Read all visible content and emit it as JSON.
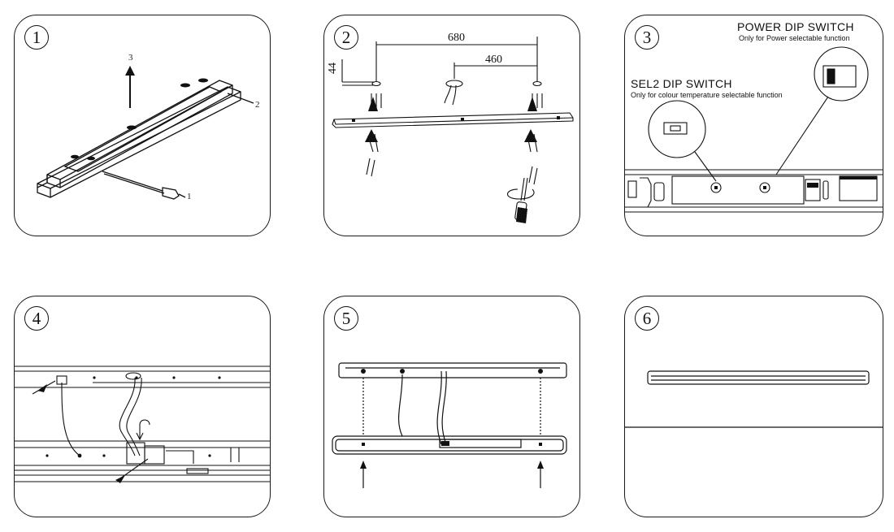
{
  "panels": [
    {
      "number": "1",
      "labels": {
        "callout_1": "1",
        "callout_2": "2",
        "callout_3": "3"
      }
    },
    {
      "number": "2",
      "dimensions": {
        "spacing_a": "680",
        "spacing_b": "460",
        "offset": "44"
      }
    },
    {
      "number": "3",
      "power_switch": {
        "title": "POWER DIP SWITCH",
        "note": "Only for Power selectable function"
      },
      "sel2_switch": {
        "title": "SEL2 DIP SWITCH",
        "note": "Only for colour temperature selectable function"
      }
    },
    {
      "number": "4"
    },
    {
      "number": "5"
    },
    {
      "number": "6"
    }
  ]
}
